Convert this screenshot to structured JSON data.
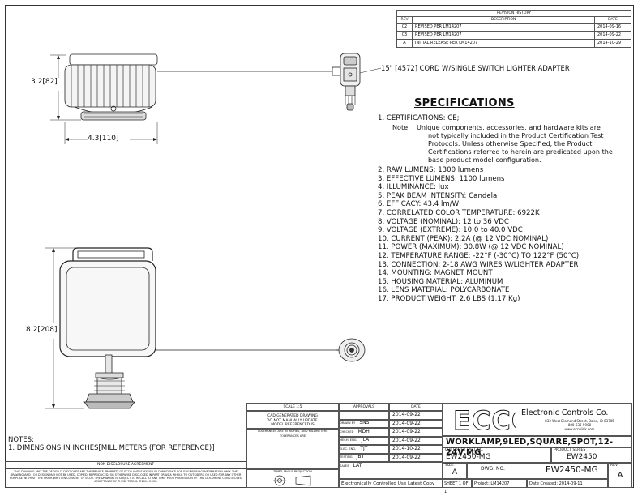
{
  "revision_history": {
    "title": "REVISION HISTORY",
    "headers": [
      "REV",
      "DESCRIPTION",
      "DATE"
    ],
    "rows": [
      {
        "rev": "02",
        "desc": "REVISED PER LM14207",
        "date": "2014-09-16"
      },
      {
        "rev": "03",
        "desc": "REVISED PER LM14207",
        "date": "2014-09-22"
      },
      {
        "rev": "A",
        "desc": "INITIAL RELEASE PER LM14207",
        "date": "2014-10-29"
      }
    ]
  },
  "dimensions": {
    "front_height": "3.2",
    "front_height_mm": "82",
    "front_width": "4.3",
    "front_width_mm": "110",
    "side_height": "8.2",
    "side_height_mm": "208",
    "cord": "15\" [4572] CORD W/SINGLE SWITCH LIGHTER ADAPTER"
  },
  "specifications": {
    "title": "SPECIFICATIONS",
    "cert_label": "1.    CERTIFICATIONS: CE;",
    "note_label": "Note:",
    "note_lines": [
      "Unique components, accessories, and hardware kits are",
      "not typically included in the Product Certification Test",
      "Protocols.  Unless otherwise Specified, the Product",
      "Certifications referred to herein are predicated upon the",
      "base product model configuration."
    ],
    "items": [
      "2.  RAW LUMENS: 1300 lumens",
      "3.  EFFECTIVE LUMENS: 1100 lumens",
      "4.  ILLUMINANCE:  lux",
      "5.  PEAK BEAM INTENSITY:  Candela",
      "6.  EFFICACY: 43.4 lm/W",
      "7.  CORRELATED COLOR TEMPERATURE: 6922K",
      "8.  VOLTAGE (NOMINAL): 12 to 36 VDC",
      "9.  VOLTAGE (EXTREME): 10.0 to 40.0 VDC",
      "10. CURRENT (PEAK): 2.2A (@ 12 VDC NOMINAL)",
      "11. POWER (MAXIMUM): 30.8W (@ 12 VDC NOMINAL)",
      "12. TEMPERATURE RANGE: -22°F (-30°C) TO 122°F (50°C)",
      "13. CONNECTION: 2-18 AWG WIRES W/LIGHTER ADAPTER",
      "14. MOUNTING: MAGNET MOUNT",
      "15. HOUSING MATERIAL: ALUMINUM",
      "16. LENS MATERIAL: POLYCARBONATE",
      "17. PRODUCT WEIGHT: 2.6 LBS (1.17 Kg)"
    ]
  },
  "notes": {
    "title": "NOTES:",
    "items": [
      "1. DIMENSIONS IN INCHES[MILLIMETERS (FOR REFERENCE)]"
    ]
  },
  "title_block": {
    "scale": "SCALE 1:5",
    "cad_lines": [
      "CAD GENERATED DRAWING",
      "DO NOT MANUALLY UPDATE.",
      "MODEL REFERENCED IS"
    ],
    "tolerance_line": "TOLERANCES ARE IN INCHES, AND MILLIMETERS",
    "tolerance_line2": "TOLERANCES ARE",
    "third_angle": "THIRD ANGLE PROJECTION",
    "approvals_header": "APPROVALS",
    "date_header": "DATE",
    "approvals": [
      {
        "role": "DRAWN BY",
        "name": "SNS",
        "date": "2014-09-22"
      },
      {
        "role": "CHECKED",
        "name": "MDH",
        "date": "2014-09-22"
      },
      {
        "role": "MECH. ENG.",
        "name": "JLA",
        "date": "2014-09-22"
      },
      {
        "role": "ELEC. ENG.",
        "name": "TJT",
        "date": "2014-09-22"
      },
      {
        "role": "TESTING",
        "name": "JBT",
        "date": "2014-10-22"
      },
      {
        "role": "SALES",
        "name": "LAT",
        "date": "2014-09-22"
      }
    ],
    "company": "Electronic Controls Co.",
    "address": "833 West Diamond Street, Boise, ID 83705",
    "phone": "800-635-5900",
    "website": "www.eccolink.com",
    "logo": "ECCO",
    "product_title": "WORKLAMP,9LED,SQUARE,SPOT,12-24V,MG",
    "customer_part_label": "CUSTOMER PART NO.",
    "customer_part": "EW2450-MG",
    "product_series_label": "PRODUCT SERIES",
    "product_series": "EW2450",
    "size_label": "SIZE:",
    "size": "A",
    "dwg_label": "DWG. NO.",
    "dwg_no": "EW2450-MG",
    "rev_label": "REV.",
    "rev": "A",
    "sheet": "SHEET 1 OF 1",
    "project_label": "Project:",
    "project": "LM14207",
    "date_created_label": "Date Created:",
    "date_created": "2014-09-11",
    "controlled": "Electronically Controlled Use Latest Copy"
  },
  "nda": {
    "title": "NON DISCLOSURE AGREEMENT",
    "text": "THIS DRAWING AND THE DESIGN IT DISCLOSES ARE THE PRIVATE PROPERTY OF ECCO AND IS ISSUED IN CONFIDENCE FOR ENGINEERING INFORMATION ONLY. THE DRAWING AND / OR DESIGN MAY NOT BE USED, COPIED, REPRODUCED, OR OTHERWISE DISCLOSED IN PART OR AS A WHOLE TO OUTSIDERS OR USED FOR ANY OTHER PURPOSE WITHOUT THE PRIOR WRITTEN CONSENT OF ECCO. THE DRAWING IS SUBJECT TO RECALL AT ANY TIME. YOUR POSSESSION OF THIS DOCUMENT CONSTITUTES ACCEPTANCE OF THESE TERMS. ©2014 ECCO"
  }
}
